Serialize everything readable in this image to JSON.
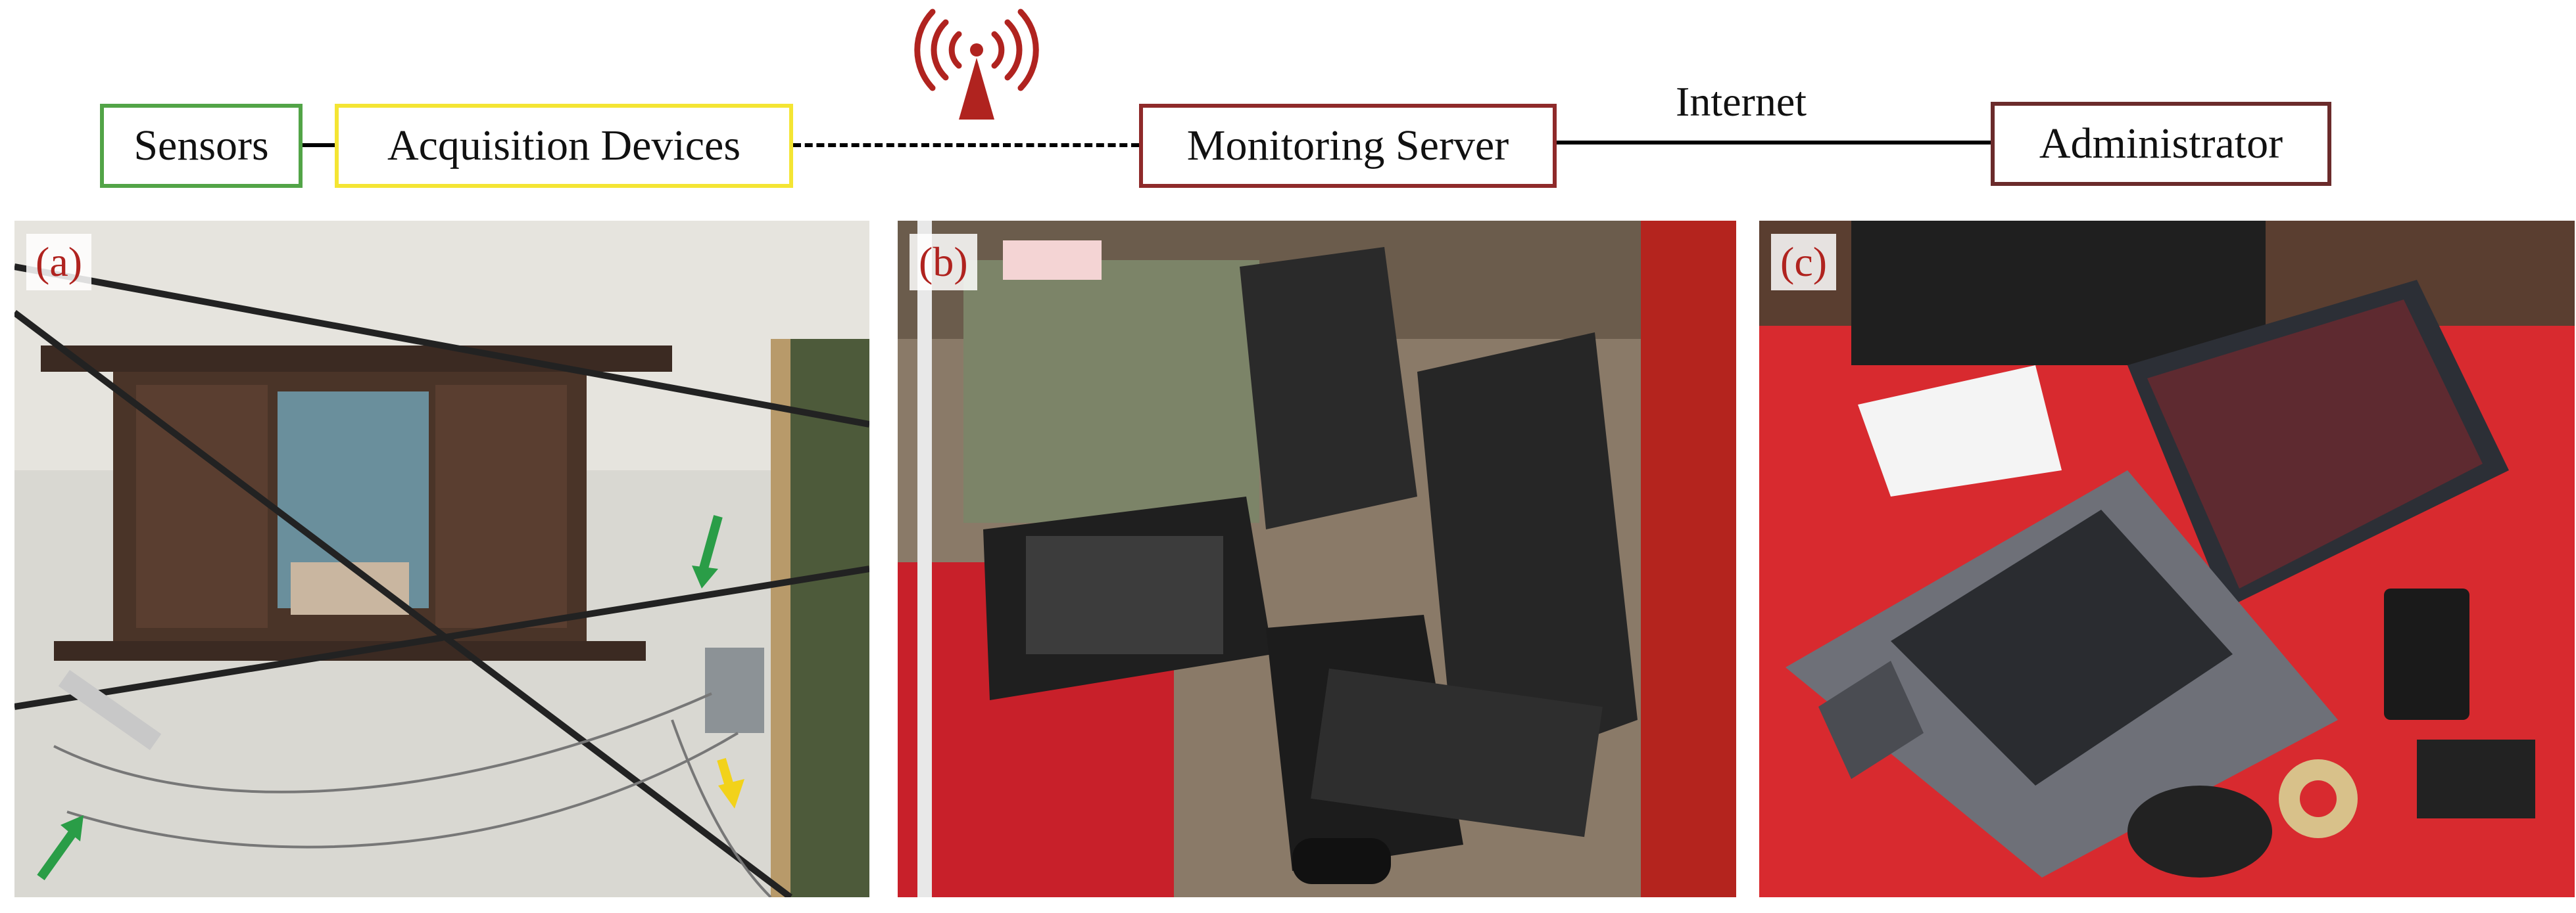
{
  "diagram": {
    "nodes": {
      "sensors": "Sensors",
      "acquisition_devices": "Acquisition Devices",
      "monitoring_server": "Monitoring Server",
      "administrator": "Administrator"
    },
    "edges": {
      "server_to_admin_label": "Internet"
    },
    "colors": {
      "sensors_border": "#52a447",
      "acquisition_border": "#f4e533",
      "server_border": "#8f2a2a",
      "administrator_border": "#6b2b2b",
      "wireless_icon": "#b0231f",
      "panel_label": "#b0231f"
    },
    "icons": [
      "wireless-antenna-icon"
    ]
  },
  "panels": [
    {
      "label": "(a)",
      "photo": "acquisition devices mounted on a wall with cables"
    },
    {
      "label": "(b)",
      "photo": "rugged portable monitoring server units with keyboards"
    },
    {
      "label": "(c)",
      "photo": "administrator laptop on red table"
    }
  ]
}
